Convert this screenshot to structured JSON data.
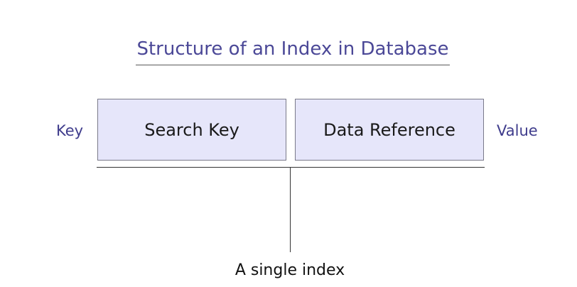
{
  "diagram": {
    "title": "Structure of an Index in Database",
    "left_label": "Key",
    "right_label": "Value",
    "search_key_label": "Search Key",
    "data_reference_label": "Data Reference",
    "caption": "A single index"
  },
  "colors": {
    "title": "#4b4897",
    "side_labels": "#3f3c8c",
    "box_fill": "#e6e6fa",
    "box_border": "#7a7a8a"
  }
}
